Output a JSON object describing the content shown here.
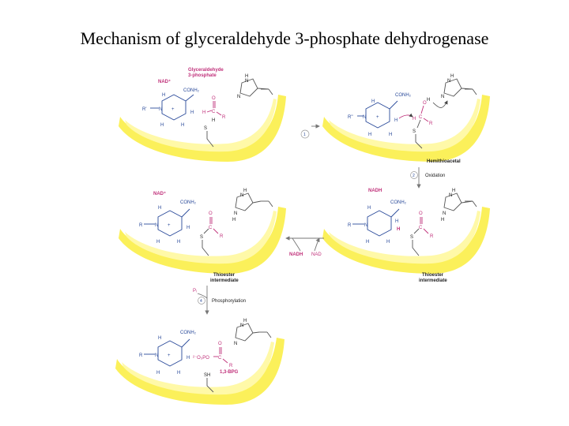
{
  "title": "Mechanism of glyceraldehyde 3-phosphate dehydrogenase",
  "panels": {
    "p1": {
      "nad": "NAD⁺",
      "substrate_line1": "Glyceraldehyde",
      "substrate_line2": "3-phosphate",
      "conh2": "CONH₂",
      "r_prime": "R'",
      "n": "N",
      "plus": "+",
      "h": "H",
      "o": "O",
      "c": "C",
      "r": "R",
      "s": "S"
    },
    "p2": {
      "conh2": "CONH₂",
      "r_prime": "R''",
      "label": "Hemithioacetal"
    },
    "p3": {
      "nad": "NAD⁺",
      "conh2": "CONH₂",
      "label_line1": "Thioester",
      "label_line2": "intermediate"
    },
    "p4": {
      "nadh": "NADH",
      "conh2": "CONH₂",
      "label_line1": "Thioester",
      "label_line2": "intermediate"
    },
    "p5": {
      "conh2": "CONH₂",
      "phosphate": "²⁻O₃PO",
      "bpg": "1,3-BPG",
      "sh": "SH"
    }
  },
  "steps": {
    "step1": "1",
    "step2_num": "2",
    "step2_label": "Oxidation",
    "step3_nadh": "NADH",
    "step3_nad": "NAD",
    "step4_pi": "Pᵢ",
    "step4_num": "4",
    "step4_label": "Phosphorylation"
  },
  "colors": {
    "enzyme_band": "#fbf05a",
    "cofactor_text": "#2a4a9a",
    "substrate_text": "#c0307a"
  }
}
